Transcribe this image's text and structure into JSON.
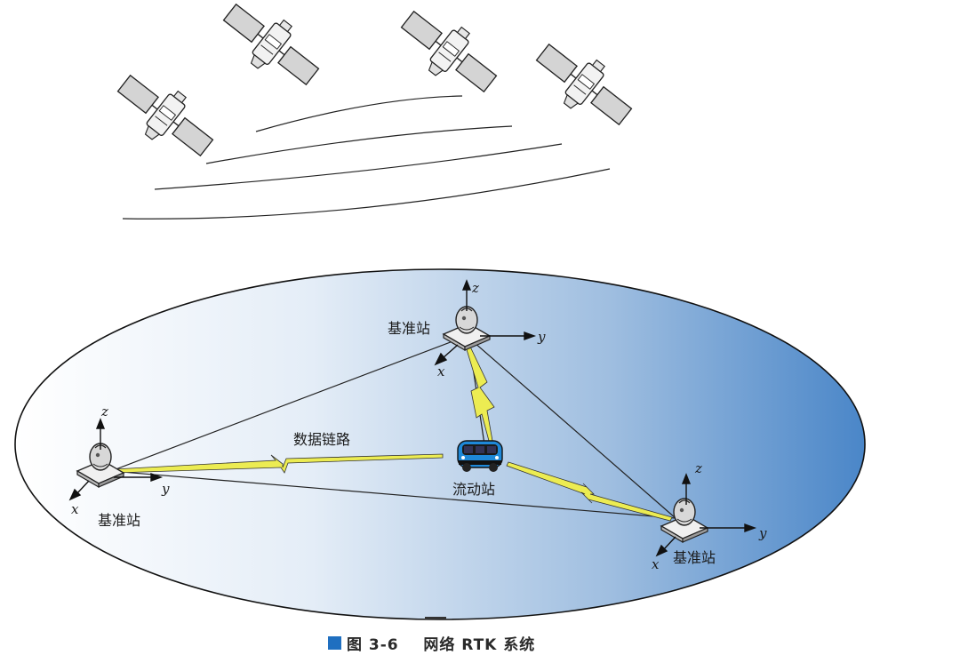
{
  "labels": {
    "base_station_top": "基准站",
    "base_station_left": "基准站",
    "base_station_right": "基准站",
    "rover_station": "流动站",
    "data_link": "数据链路"
  },
  "axes": {
    "z": "z",
    "y": "y",
    "x": "x"
  },
  "caption": {
    "figure_number": "图 3-6",
    "title": "网络 RTK 系统"
  },
  "colors": {
    "ground_edge": "#4a86c8",
    "ground_center": "#ffffff",
    "link_bolt": "#e8e84a",
    "caption_square": "#1f6fc0",
    "satellite_panel": "#cfcfcf",
    "rover_body": "#1e88d8"
  },
  "icons": {
    "satellite": "satellite-icon",
    "base_station": "antenna-dome-icon",
    "rover": "autonomous-bus-icon"
  }
}
